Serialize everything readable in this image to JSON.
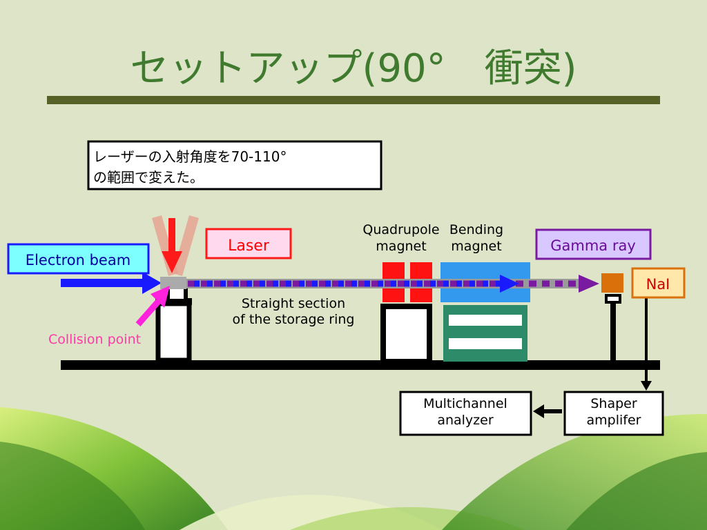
{
  "slide": {
    "title": "セットアップ(90°　衝突)",
    "note_line1": "レーザーの入射角度を70-110°",
    "note_line2": "の範囲で変えた。"
  },
  "labels": {
    "electron_beam": "Electron beam",
    "laser": "Laser",
    "gamma_ray": "Gamma ray",
    "nai": "NaI",
    "collision_point": "Collision point",
    "quadrupole_line1": "Quadrupole",
    "quadrupole_line2": "magnet",
    "bending_line1": "Bending",
    "bending_line2": "magnet",
    "straight_line1": "Straight section",
    "straight_line2": "of the storage ring",
    "mca_line1": "Multichannel",
    "mca_line2": "analyzer",
    "shaper_line1": "Shaper",
    "shaper_line2": "amplifer"
  },
  "colors": {
    "title": "#3f7a2e",
    "title_rule": "#566127",
    "electron_beam": "#1a1aff",
    "laser": "#ff1a1a",
    "gamma_ray": "#7a1aa0",
    "collision_point": "#ff22dd",
    "bending_magnet": "#3399ee",
    "bending_base": "#2e8b6a",
    "nai_detector": "#d9700a"
  }
}
